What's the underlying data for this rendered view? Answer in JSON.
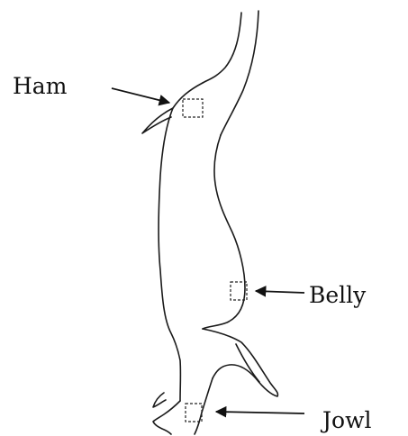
{
  "labels": {
    "ham": "Ham",
    "belly": "Belly",
    "jowl": "Jowl"
  },
  "colors": {
    "ink": "#111111",
    "background": "#ffffff"
  }
}
